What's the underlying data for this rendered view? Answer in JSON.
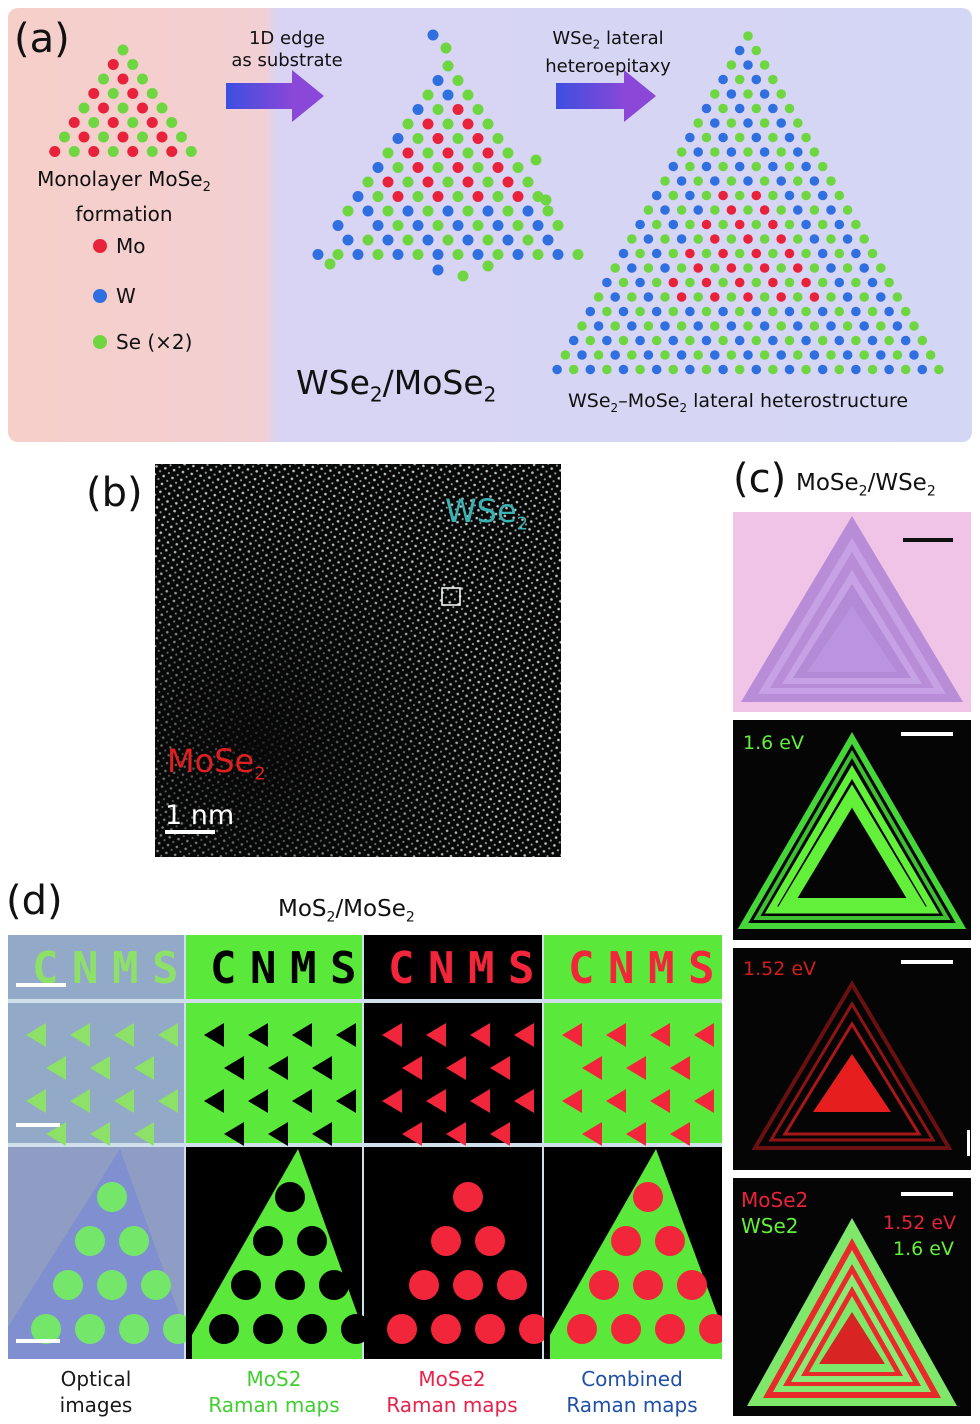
{
  "panel_a": {
    "label": "(a)",
    "monolayer_caption_1": "Monolayer MoSe",
    "monolayer_caption_sub": "2",
    "monolayer_caption_2": "formation",
    "legend": [
      {
        "label": "Mo",
        "color": "#e8223a"
      },
      {
        "label": "W",
        "color": "#2f6fe0"
      },
      {
        "label": "Se (×2)",
        "color": "#6ed641"
      }
    ],
    "arrow1_line1": "1D edge",
    "arrow1_line2": "as substrate",
    "arrow2_line1a": "WSe",
    "arrow2_line1_sub": "2",
    "arrow2_line1b": " lateral",
    "arrow2_line2": "heteroepitaxy",
    "center_title_a": "WSe",
    "center_title_sub1": "2",
    "center_title_b": "/MoSe",
    "center_title_sub2": "2",
    "right_caption_a": "WSe",
    "right_caption_sub1": "2",
    "right_caption_b": "–MoSe",
    "right_caption_sub2": "2",
    "right_caption_c": " lateral heterostructure"
  },
  "panel_b": {
    "label": "(b)",
    "wse2_a": "WSe",
    "wse2_sub": "2",
    "mose2_a": "MoSe",
    "mose2_sub": "2",
    "scale": "1 nm"
  },
  "panel_c": {
    "label": "(c)",
    "title_a": "MoSe",
    "title_sub1": "2",
    "title_b": "/WSe",
    "title_sub2": "2",
    "pl_green": "1.6 eV",
    "pl_red": "1.52 eV",
    "overlay_mose2": "MoSe2",
    "overlay_wse2": "WSe2",
    "overlay_red_ev": "1.52 eV",
    "overlay_green_ev": "1.6 eV"
  },
  "panel_d": {
    "label": "(d)",
    "title_a": "MoS",
    "title_sub1": "2",
    "title_b": "/MoSe",
    "title_sub2": "2",
    "letters": "CNMS",
    "captions": [
      {
        "line1": "Optical",
        "line2": "images",
        "color": "#1a1a1a"
      },
      {
        "line1": "MoS2",
        "line2": "Raman maps",
        "color": "#3fcf2f"
      },
      {
        "line1": "MoSe2",
        "line2": "Raman maps",
        "color": "#e8224a"
      },
      {
        "line1": "Combined",
        "line2": "Raman maps",
        "color": "#1f4fa8"
      }
    ]
  },
  "colors": {
    "mo": "#e8223a",
    "w": "#2f6fe0",
    "se": "#6ed641",
    "pl_green": "#62f03a",
    "pl_red": "#e61e1e"
  }
}
